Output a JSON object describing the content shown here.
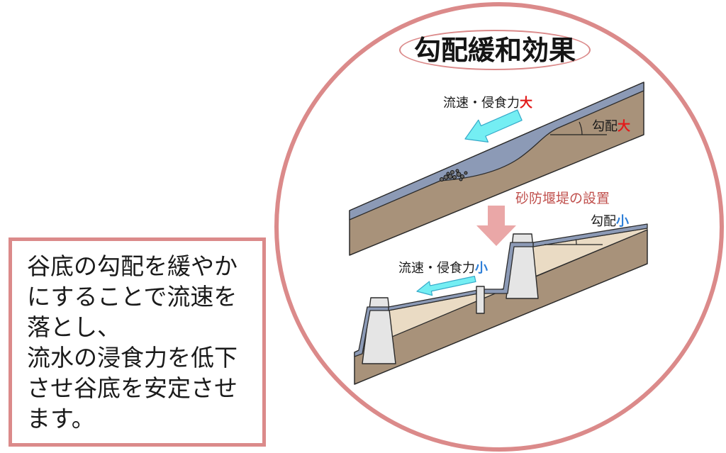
{
  "title": "勾配緩和効果",
  "description_lines": [
    "谷底の勾配を緩やか",
    "にすることで流速を",
    "落とし、",
    "流水の浸食力を低下",
    "させ谷底を安定させ",
    "ます。"
  ],
  "before": {
    "flow_label": "流速・侵食力",
    "flow_level": "大",
    "gradient_label": "勾配",
    "gradient_level": "大"
  },
  "transition_label": "砂防堰堤の設置",
  "after": {
    "flow_label": "流速・侵食力",
    "flow_level": "小",
    "gradient_label": "勾配",
    "gradient_level": "小"
  },
  "colors": {
    "frame": "#db8a8a",
    "emphasis_large": "#e21b1b",
    "emphasis_small": "#2e7fd8",
    "transition_label": "#c0504d",
    "water": "#8c9ab6",
    "soil": "#a8927a",
    "sediment": "#eadbc4",
    "dam": "#e5e5e5",
    "flow_arrow": "#74eef3",
    "down_arrow": "#eaa7a7"
  }
}
